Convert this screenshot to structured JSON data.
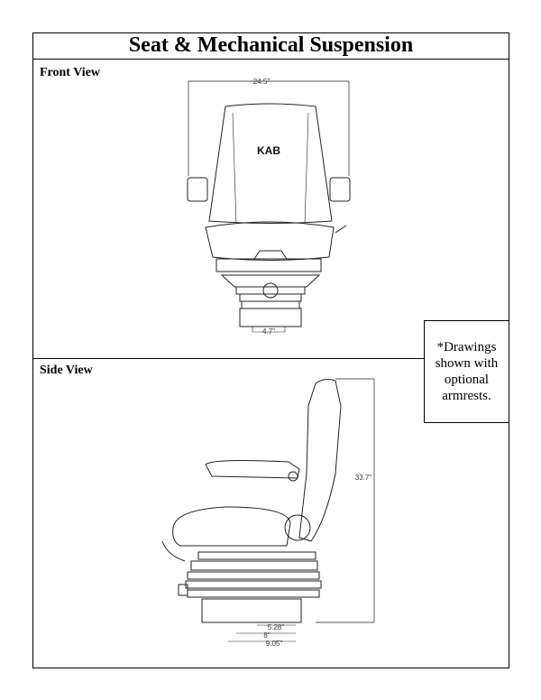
{
  "title": "Seat & Mechanical Suspension",
  "front_view": {
    "label": "Front View",
    "logo": "KAB",
    "dim_width": "24.5\"",
    "dim_base": "4.7\""
  },
  "side_view": {
    "label": "Side View",
    "dim_height": "33.7\"",
    "dim_1": "5.28\"",
    "dim_2": "8\"",
    "dim_3": "9.05\""
  },
  "note": "*Drawings shown with optional armrests."
}
